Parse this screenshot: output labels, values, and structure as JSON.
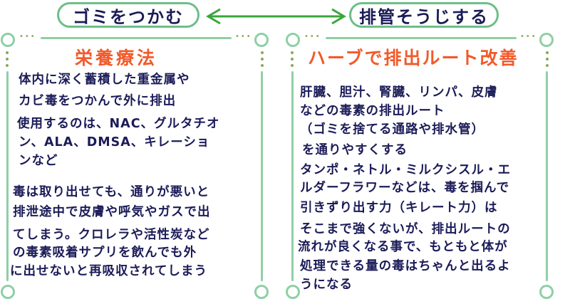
{
  "header": {
    "left_label": "ゴミをつかむ",
    "right_label": "排管そうじする",
    "arrow_color": "#3aa63a"
  },
  "left_panel": {
    "title": "栄養療法",
    "lines": [
      "体内に深く蓄積した重金属や",
      "カビ毒をつかんで外に排出",
      "使用するのは、NAC、グルタチオ",
      "ン、ALA、DMSA、キレーショ",
      "ンなど",
      "毒は取り出せても、通りが悪いと",
      "排泄途中で皮膚や呼気やガスで出",
      "てしまう。クロレラや活性炭など",
      "の毒素吸着サプリを飲んでも外",
      "に出せないと再吸収されてしまう"
    ]
  },
  "right_panel": {
    "title": "ハーブで排出ルート改善",
    "lines": [
      "肝臓、胆汁、腎臓、リンパ、皮膚",
      "などの毒素の排出ルート",
      "（ゴミを捨てる通路や排水管）",
      "を通りやすくする",
      "タンポ・ネトル・ミルクシスル・エ",
      "ルダーフラワーなどは、毒を掴んで",
      "引きずり出す力（キレート力）は",
      "そこまで強くないが、排出ルートの",
      "流れが良くなる事で、もともと体が",
      "処理できる量の毒はちゃんと出るよ",
      "うになる"
    ]
  },
  "colors": {
    "frame": "#8fcfa5",
    "title": "#f25a2a",
    "text": "#1b1b58"
  }
}
